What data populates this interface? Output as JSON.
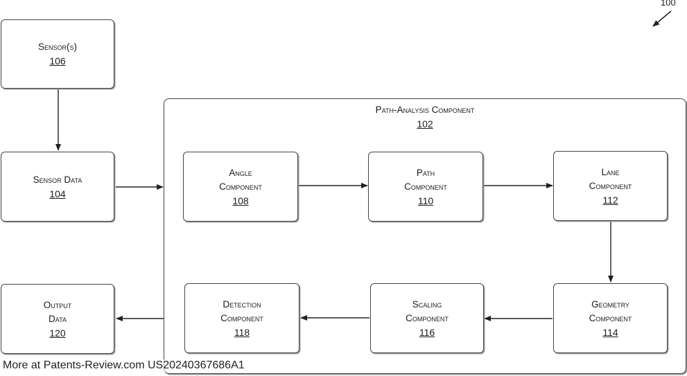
{
  "figure_ref": "100",
  "container": {
    "title": "Path-Analysis Component",
    "ref": "102"
  },
  "boxes": {
    "sensors": {
      "lines": [
        "Sensor(s)"
      ],
      "ref": "106"
    },
    "sensor_data": {
      "lines": [
        "Sensor Data"
      ],
      "ref": "104"
    },
    "output_data": {
      "lines": [
        "Output",
        "Data"
      ],
      "ref": "120"
    },
    "angle": {
      "lines": [
        "Angle",
        "Component"
      ],
      "ref": "108"
    },
    "path": {
      "lines": [
        "Path",
        "Component"
      ],
      "ref": "110"
    },
    "lane": {
      "lines": [
        "Lane",
        "Component"
      ],
      "ref": "112"
    },
    "detection": {
      "lines": [
        "Detection",
        "Component"
      ],
      "ref": "118"
    },
    "scaling": {
      "lines": [
        "Scaling",
        "Component"
      ],
      "ref": "116"
    },
    "geometry": {
      "lines": [
        "Geometry",
        "Component"
      ],
      "ref": "114"
    }
  },
  "footer": "More at Patents-Review.com US20240367686A1"
}
